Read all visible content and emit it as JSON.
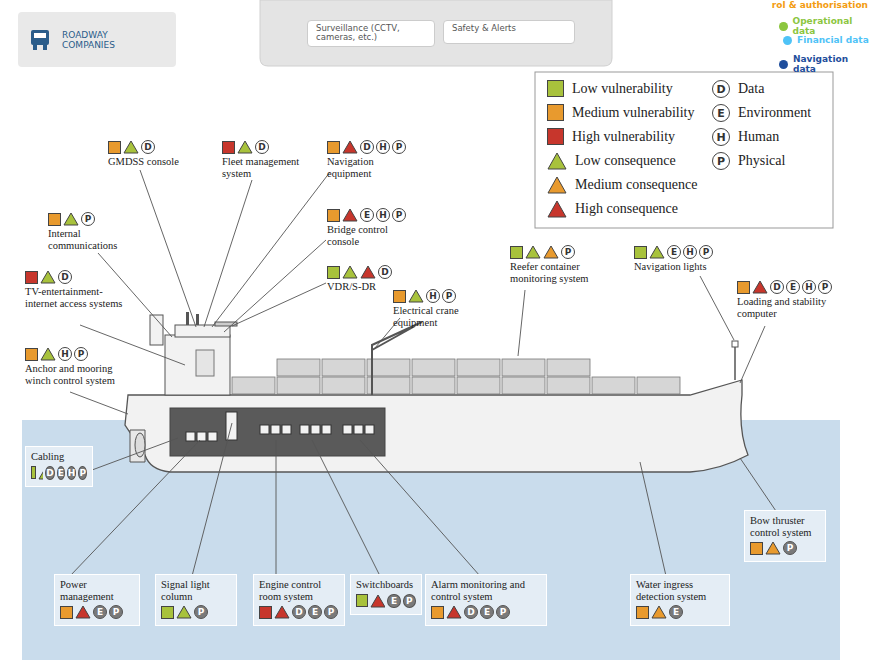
{
  "diagram": {
    "nodes": [
      {
        "text": [
          "ROADWAY COMPANIES"
        ]
      },
      {
        "text": [
          "Surveillance (CCTV, cameras, etc.)"
        ]
      },
      {
        "text": [
          "Safety & Alerts"
        ]
      },
      {
        "text": [
          "Cabling",
          "D",
          "E",
          "H",
          "P"
        ]
      },
      {
        "text": [
          "Power management",
          "E",
          "P"
        ]
      },
      {
        "text": [
          "Signal light column",
          "P"
        ]
      },
      {
        "text": [
          "Engine control room system",
          "D",
          "E",
          "P"
        ]
      },
      {
        "text": [
          "Switchboards",
          "E",
          "P"
        ]
      },
      {
        "text": [
          "Alarm monitoring and control system",
          "D",
          "E",
          "P"
        ]
      },
      {
        "text": [
          "Water ingress detection system",
          "E"
        ]
      },
      {
        "text": [
          "Bow thruster control system",
          "P"
        ]
      }
    ],
    "labels": [
      "rol & authorisation",
      "GMDSS console",
      "D",
      "Fleet management system",
      "D",
      "Navigation equipment",
      "D",
      "H",
      "P",
      "Internal communications",
      "P",
      "Bridge control console",
      "E",
      "H",
      "P",
      "TV-entertainment-internet access systems",
      "D",
      "VDR/S-DR",
      "D",
      "Electrical crane equipment",
      "H",
      "P",
      "Reefer container monitoring system",
      "P",
      "Navigation lights",
      "E",
      "H",
      "P",
      "Loading and stability computer",
      "D",
      "E",
      "H",
      "P",
      "Anchor and mooring winch control system",
      "H",
      "P",
      "D",
      "E",
      "H",
      "P"
    ],
    "legend": [
      {
        "text": "Low vulnerability",
        "color": "#a8c23c"
      },
      {
        "text": "Medium vulnerability",
        "color": "#e89a2e"
      },
      {
        "text": "High vulnerability",
        "color": "#c7362c"
      },
      {
        "text": "Low consequence"
      },
      {
        "text": "Medium consequence"
      },
      {
        "text": "High consequence"
      },
      {
        "text": "Data"
      },
      {
        "text": "Environment"
      },
      {
        "text": "Human"
      },
      {
        "text": "Physical"
      },
      {
        "text": "Operational data",
        "color": "#8cc63f"
      },
      {
        "text": "Financial data",
        "color": "#4fc3f7"
      },
      {
        "text": "Navigation data",
        "color": "#1f4e9c"
      }
    ]
  }
}
